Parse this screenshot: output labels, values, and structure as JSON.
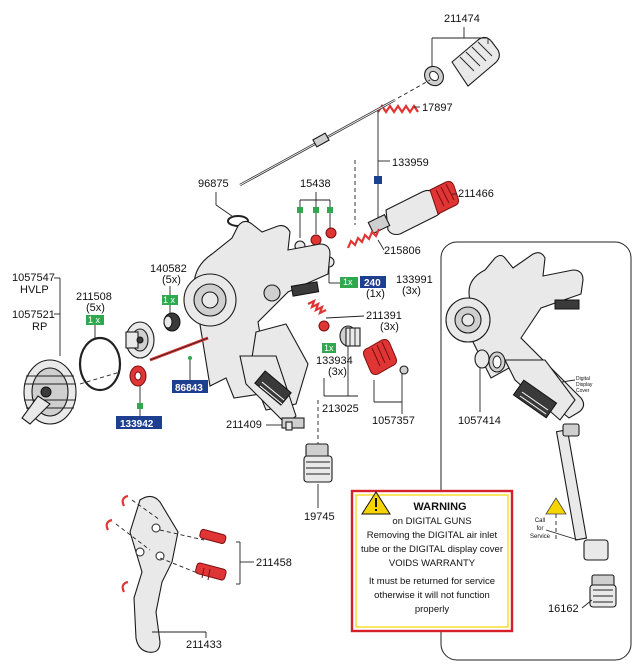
{
  "parts": {
    "p211474": "211474",
    "p17897": "17897",
    "p133959": "133959",
    "p96875": "96875",
    "p15438": "15438",
    "p211466": "211466",
    "p215806": "215806",
    "p133991": "133991",
    "p133991_qty": "(3x)",
    "p240": "240",
    "p240_qty": "(1x)",
    "p1057547": "1057547",
    "hvlp": "HVLP",
    "p1057521": "1057521",
    "rp": "RP",
    "p211508": "211508",
    "p211508_qty": "(5x)",
    "p140582": "140582",
    "p140582_qty": "(5x)",
    "p211391": "211391",
    "p211391_qty": "(3x)",
    "p133934": "133934",
    "p133934_qty": "(3x)",
    "p86843": "86843",
    "p133942": "133942",
    "p213025": "213025",
    "p1057357": "1057357",
    "p211409": "211409",
    "p19745": "19745",
    "p1057414": "1057414",
    "p211458": "211458",
    "p211433": "211433",
    "p16162": "16162"
  },
  "tags": {
    "one_x": "1x",
    "one_x_sp": "1 x"
  },
  "callout": {
    "line1": "Call",
    "line2": "for",
    "line3": "Service",
    "display_l1": "Digital",
    "display_l2": "Display",
    "display_l3": "Cover"
  },
  "warning": {
    "title": "WARNING",
    "line1": "on DIGITAL GUNS",
    "line2": "Removing the DIGITAL air inlet",
    "line3": "tube or the DIGITAL display cover",
    "line4": "VOIDS WARRANTY",
    "line5": "It must be returned for service",
    "line6": "otherwise it will not function",
    "line7": "properly"
  },
  "colors": {
    "tag_green": "#2fa84f",
    "tag_blue": "#1e3f8f",
    "seal_red": "#e03535",
    "warning_border": "#d4202a",
    "warning_fill": "#ffffff",
    "caution_yellow": "#f5d400"
  }
}
